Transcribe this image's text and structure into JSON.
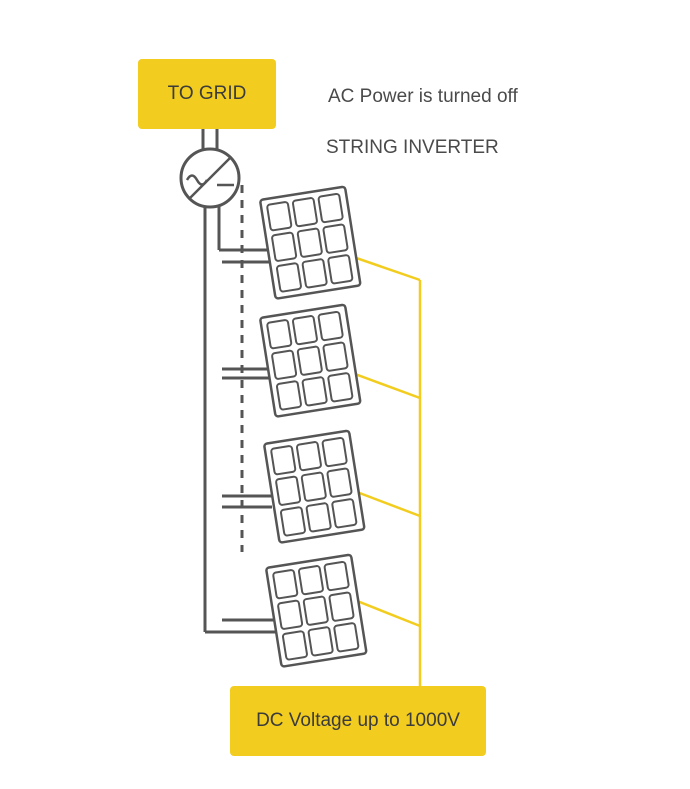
{
  "labels": {
    "to_grid": "TO GRID",
    "ac_status": "AC Power is turned off",
    "inverter_type": "STRING INVERTER",
    "dc_voltage": "DC Voltage up  to 1000V"
  },
  "colors": {
    "accent_yellow": "#f2cd1f",
    "line_gray": "#555555",
    "text_dark": "#3b3b3b"
  },
  "icons": {
    "inverter": "inverter-symbol-icon",
    "panel": "solar-panel-icon"
  },
  "panels": [
    {
      "name": "solar-panel-1"
    },
    {
      "name": "solar-panel-2"
    },
    {
      "name": "solar-panel-3"
    },
    {
      "name": "solar-panel-4"
    }
  ]
}
